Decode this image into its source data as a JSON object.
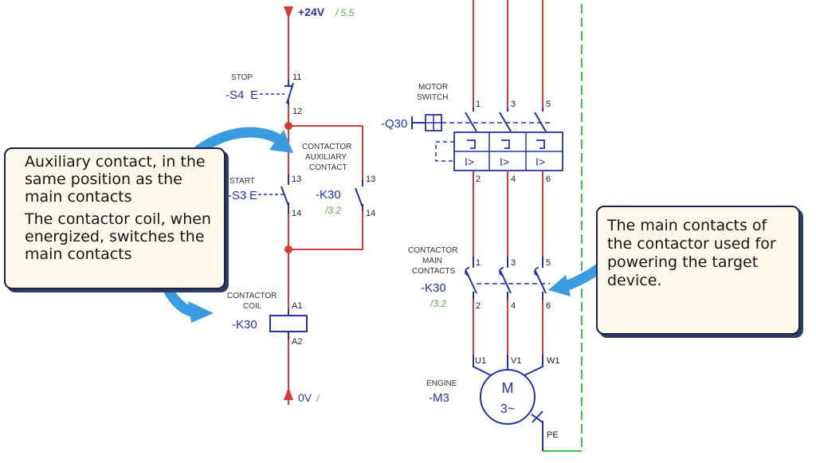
{
  "supply": {
    "plus": "+24V",
    "plus_ref": "/ 5.5",
    "zero": "0V",
    "zero_ref": "/"
  },
  "stop": {
    "caption": "STOP",
    "tag": "-S4",
    "letter": "E",
    "t_in": "11",
    "t_out": "12"
  },
  "start": {
    "caption": "START",
    "tag": "-S3",
    "letter": "E",
    "t_in": "13",
    "t_out": "14"
  },
  "aux": {
    "caption": [
      "CONTACTOR",
      "AUXILIARY",
      "CONTACT"
    ],
    "tag": "-K30",
    "ref": "/3.2",
    "t_in_left": "13",
    "t_in_right": "13",
    "t_out_right": "14"
  },
  "coil": {
    "caption": [
      "CONTACTOR",
      "COIL"
    ],
    "tag": "-K30",
    "a1": "A1",
    "a2": "A2"
  },
  "motor_switch": {
    "caption": [
      "MOTOR",
      "SWITCH"
    ],
    "tag": "-Q30",
    "top_terms": [
      "1",
      "3",
      "5"
    ],
    "bottom_terms": [
      "2",
      "4",
      "6"
    ],
    "trip_label": "I>"
  },
  "main_contacts": {
    "caption": [
      "CONTACTOR",
      "MAIN",
      "CONTACTS"
    ],
    "tag": "-K30",
    "ref": "/3.2",
    "top_terms": [
      "1",
      "3",
      "5"
    ],
    "bottom_terms": [
      "2",
      "4",
      "6"
    ]
  },
  "motor": {
    "caption": "ENGINE",
    "tag": "-M3",
    "symbol": "M",
    "phases": "3~",
    "terms": [
      "U1",
      "V1",
      "W1"
    ],
    "pe": "PE"
  },
  "callouts": {
    "left": [
      "Auxiliary contact, in the same position as the main contacts",
      "The contactor coil, when energized, switches the main contacts"
    ],
    "right": "The main contacts of the contactor used for powering the target device."
  },
  "colors": {
    "wire_red": "#d63a3a",
    "wire_green": "#3ec43e",
    "symbol_blue": "#2233aa",
    "ref_green": "#5aa84a",
    "arrow_blue": "#3a9be0"
  }
}
